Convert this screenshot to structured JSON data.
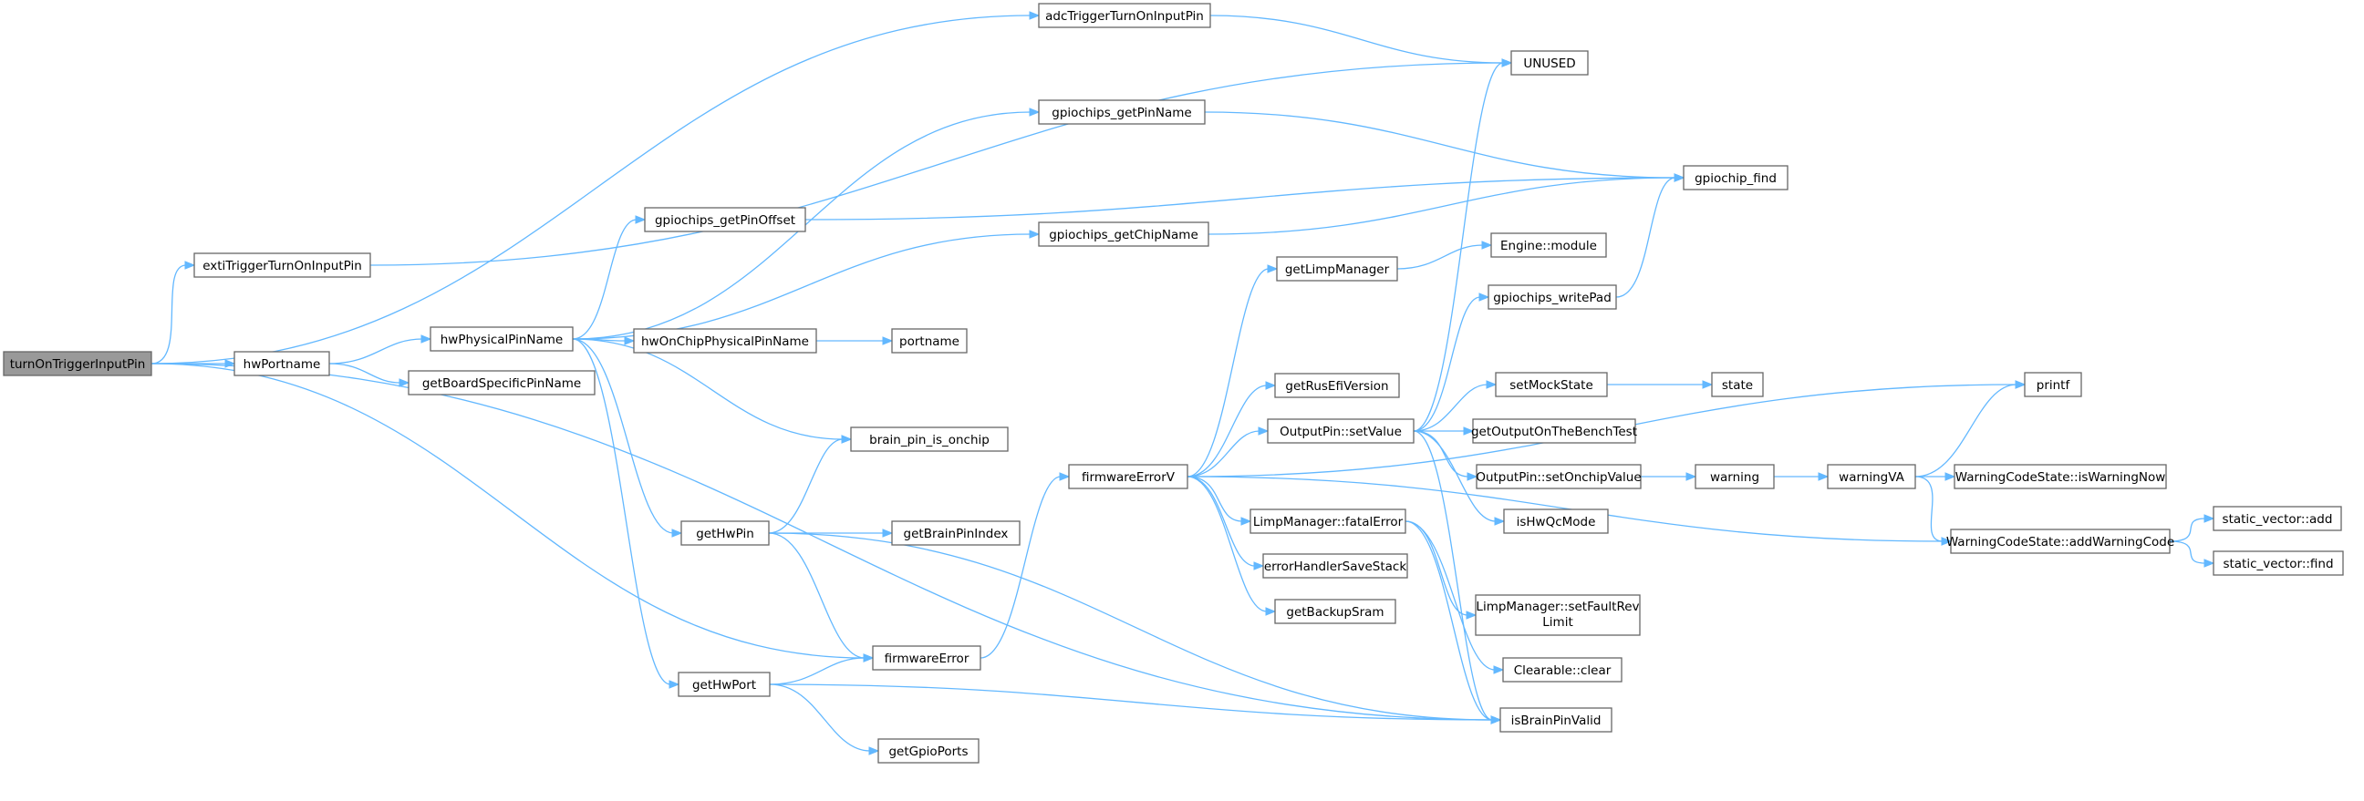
{
  "diagram": {
    "nodes": [
      {
        "id": "turnOnTriggerInputPin",
        "label": "turnOnTriggerInputPin",
        "root": true
      },
      {
        "id": "adcTriggerTurnOnInputPin",
        "label": "adcTriggerTurnOnInputPin"
      },
      {
        "id": "UNUSED",
        "label": "UNUSED"
      },
      {
        "id": "extiTriggerTurnOnInputPin",
        "label": "extiTriggerTurnOnInputPin"
      },
      {
        "id": "hwPortname",
        "label": "hwPortname"
      },
      {
        "id": "hwPhysicalPinName",
        "label": "hwPhysicalPinName"
      },
      {
        "id": "getBoardSpecificPinName",
        "label": "getBoardSpecificPinName"
      },
      {
        "id": "gpiochips_getPinName",
        "label": "gpiochips_getPinName"
      },
      {
        "id": "gpiochip_find",
        "label": "gpiochip_find"
      },
      {
        "id": "gpiochips_getPinOffset",
        "label": "gpiochips_getPinOffset"
      },
      {
        "id": "gpiochips_getChipName",
        "label": "gpiochips_getChipName"
      },
      {
        "id": "hwOnChipPhysicalPinName",
        "label": "hwOnChipPhysicalPinName"
      },
      {
        "id": "portname",
        "label": "portname"
      },
      {
        "id": "brain_pin_is_onchip",
        "label": "brain_pin_is_onchip"
      },
      {
        "id": "getHwPin",
        "label": "getHwPin"
      },
      {
        "id": "getBrainPinIndex",
        "label": "getBrainPinIndex"
      },
      {
        "id": "firmwareError",
        "label": "firmwareError"
      },
      {
        "id": "getHwPort",
        "label": "getHwPort"
      },
      {
        "id": "getGpioPorts",
        "label": "getGpioPorts"
      },
      {
        "id": "isBrainPinValid",
        "label": "isBrainPinValid"
      },
      {
        "id": "firmwareErrorV",
        "label": "firmwareErrorV"
      },
      {
        "id": "getLimpManager",
        "label": "getLimpManager"
      },
      {
        "id": "Engine::module",
        "label": "Engine::module"
      },
      {
        "id": "gpiochips_writePad",
        "label": "gpiochips_writePad"
      },
      {
        "id": "getRusEfiVersion",
        "label": "getRusEfiVersion"
      },
      {
        "id": "OutputPin::setValue",
        "label": "OutputPin::setValue"
      },
      {
        "id": "setMockState",
        "label": "setMockState"
      },
      {
        "id": "state",
        "label": "state"
      },
      {
        "id": "getOutputOnTheBenchTest",
        "label": "getOutputOnTheBenchTest"
      },
      {
        "id": "OutputPin::setOnchipValue",
        "label": "OutputPin::setOnchipValue"
      },
      {
        "id": "warning",
        "label": "warning"
      },
      {
        "id": "warningVA",
        "label": "warningVA"
      },
      {
        "id": "WarningCodeState::isWarningNow",
        "label": "WarningCodeState::isWarningNow"
      },
      {
        "id": "isHwQcMode",
        "label": "isHwQcMode"
      },
      {
        "id": "LimpManager::fatalError",
        "label": "LimpManager::fatalError"
      },
      {
        "id": "errorHandlerSaveStack",
        "label": "errorHandlerSaveStack"
      },
      {
        "id": "getBackupSram",
        "label": "getBackupSram"
      },
      {
        "id": "LimpManager::setFaultRevLimit",
        "label": "LimpManager::setFaultRev",
        "label2": "Limit"
      },
      {
        "id": "Clearable::clear",
        "label": "Clearable::clear"
      },
      {
        "id": "printf",
        "label": "printf"
      },
      {
        "id": "WarningCodeState::addWarningCode",
        "label": "WarningCodeState::addWarningCode"
      },
      {
        "id": "static_vector::add",
        "label": "static_vector::add"
      },
      {
        "id": "static_vector::find",
        "label": "static_vector::find"
      }
    ],
    "edges": [
      [
        "turnOnTriggerInputPin",
        "adcTriggerTurnOnInputPin"
      ],
      [
        "turnOnTriggerInputPin",
        "extiTriggerTurnOnInputPin"
      ],
      [
        "turnOnTriggerInputPin",
        "hwPortname"
      ],
      [
        "turnOnTriggerInputPin",
        "firmwareError"
      ],
      [
        "turnOnTriggerInputPin",
        "isBrainPinValid"
      ],
      [
        "adcTriggerTurnOnInputPin",
        "UNUSED"
      ],
      [
        "extiTriggerTurnOnInputPin",
        "UNUSED"
      ],
      [
        "hwPortname",
        "hwPhysicalPinName"
      ],
      [
        "hwPortname",
        "getBoardSpecificPinName"
      ],
      [
        "hwPhysicalPinName",
        "gpiochips_getPinName"
      ],
      [
        "hwPhysicalPinName",
        "gpiochips_getPinOffset"
      ],
      [
        "hwPhysicalPinName",
        "gpiochips_getChipName"
      ],
      [
        "hwPhysicalPinName",
        "hwOnChipPhysicalPinName"
      ],
      [
        "hwPhysicalPinName",
        "brain_pin_is_onchip"
      ],
      [
        "hwPhysicalPinName",
        "getHwPin"
      ],
      [
        "hwPhysicalPinName",
        "getHwPort"
      ],
      [
        "gpiochips_getPinName",
        "gpiochip_find"
      ],
      [
        "gpiochips_getPinOffset",
        "gpiochip_find"
      ],
      [
        "gpiochips_getChipName",
        "gpiochip_find"
      ],
      [
        "hwOnChipPhysicalPinName",
        "portname"
      ],
      [
        "getHwPin",
        "brain_pin_is_onchip"
      ],
      [
        "getHwPin",
        "getBrainPinIndex"
      ],
      [
        "getHwPin",
        "firmwareError"
      ],
      [
        "getHwPin",
        "isBrainPinValid"
      ],
      [
        "getHwPort",
        "firmwareError"
      ],
      [
        "getHwPort",
        "getGpioPorts"
      ],
      [
        "getHwPort",
        "isBrainPinValid"
      ],
      [
        "firmwareError",
        "firmwareErrorV"
      ],
      [
        "firmwareErrorV",
        "getLimpManager"
      ],
      [
        "firmwareErrorV",
        "getRusEfiVersion"
      ],
      [
        "firmwareErrorV",
        "OutputPin::setValue"
      ],
      [
        "firmwareErrorV",
        "LimpManager::fatalError"
      ],
      [
        "firmwareErrorV",
        "errorHandlerSaveStack"
      ],
      [
        "firmwareErrorV",
        "getBackupSram"
      ],
      [
        "firmwareErrorV",
        "printf"
      ],
      [
        "firmwareErrorV",
        "WarningCodeState::addWarningCode"
      ],
      [
        "getLimpManager",
        "Engine::module"
      ],
      [
        "OutputPin::setValue",
        "UNUSED"
      ],
      [
        "OutputPin::setValue",
        "gpiochips_writePad"
      ],
      [
        "OutputPin::setValue",
        "setMockState"
      ],
      [
        "OutputPin::setValue",
        "getOutputOnTheBenchTest"
      ],
      [
        "OutputPin::setValue",
        "OutputPin::setOnchipValue"
      ],
      [
        "OutputPin::setValue",
        "isHwQcMode"
      ],
      [
        "OutputPin::setValue",
        "isBrainPinValid"
      ],
      [
        "gpiochips_writePad",
        "gpiochip_find"
      ],
      [
        "setMockState",
        "state"
      ],
      [
        "OutputPin::setOnchipValue",
        "warning"
      ],
      [
        "warning",
        "warningVA"
      ],
      [
        "warningVA",
        "printf"
      ],
      [
        "warningVA",
        "WarningCodeState::isWarningNow"
      ],
      [
        "warningVA",
        "WarningCodeState::addWarningCode"
      ],
      [
        "LimpManager::fatalError",
        "LimpManager::setFaultRevLimit"
      ],
      [
        "LimpManager::fatalError",
        "Clearable::clear"
      ],
      [
        "LimpManager::fatalError",
        "isBrainPinValid"
      ],
      [
        "WarningCodeState::addWarningCode",
        "static_vector::add"
      ],
      [
        "WarningCodeState::addWarningCode",
        "static_vector::find"
      ]
    ]
  }
}
